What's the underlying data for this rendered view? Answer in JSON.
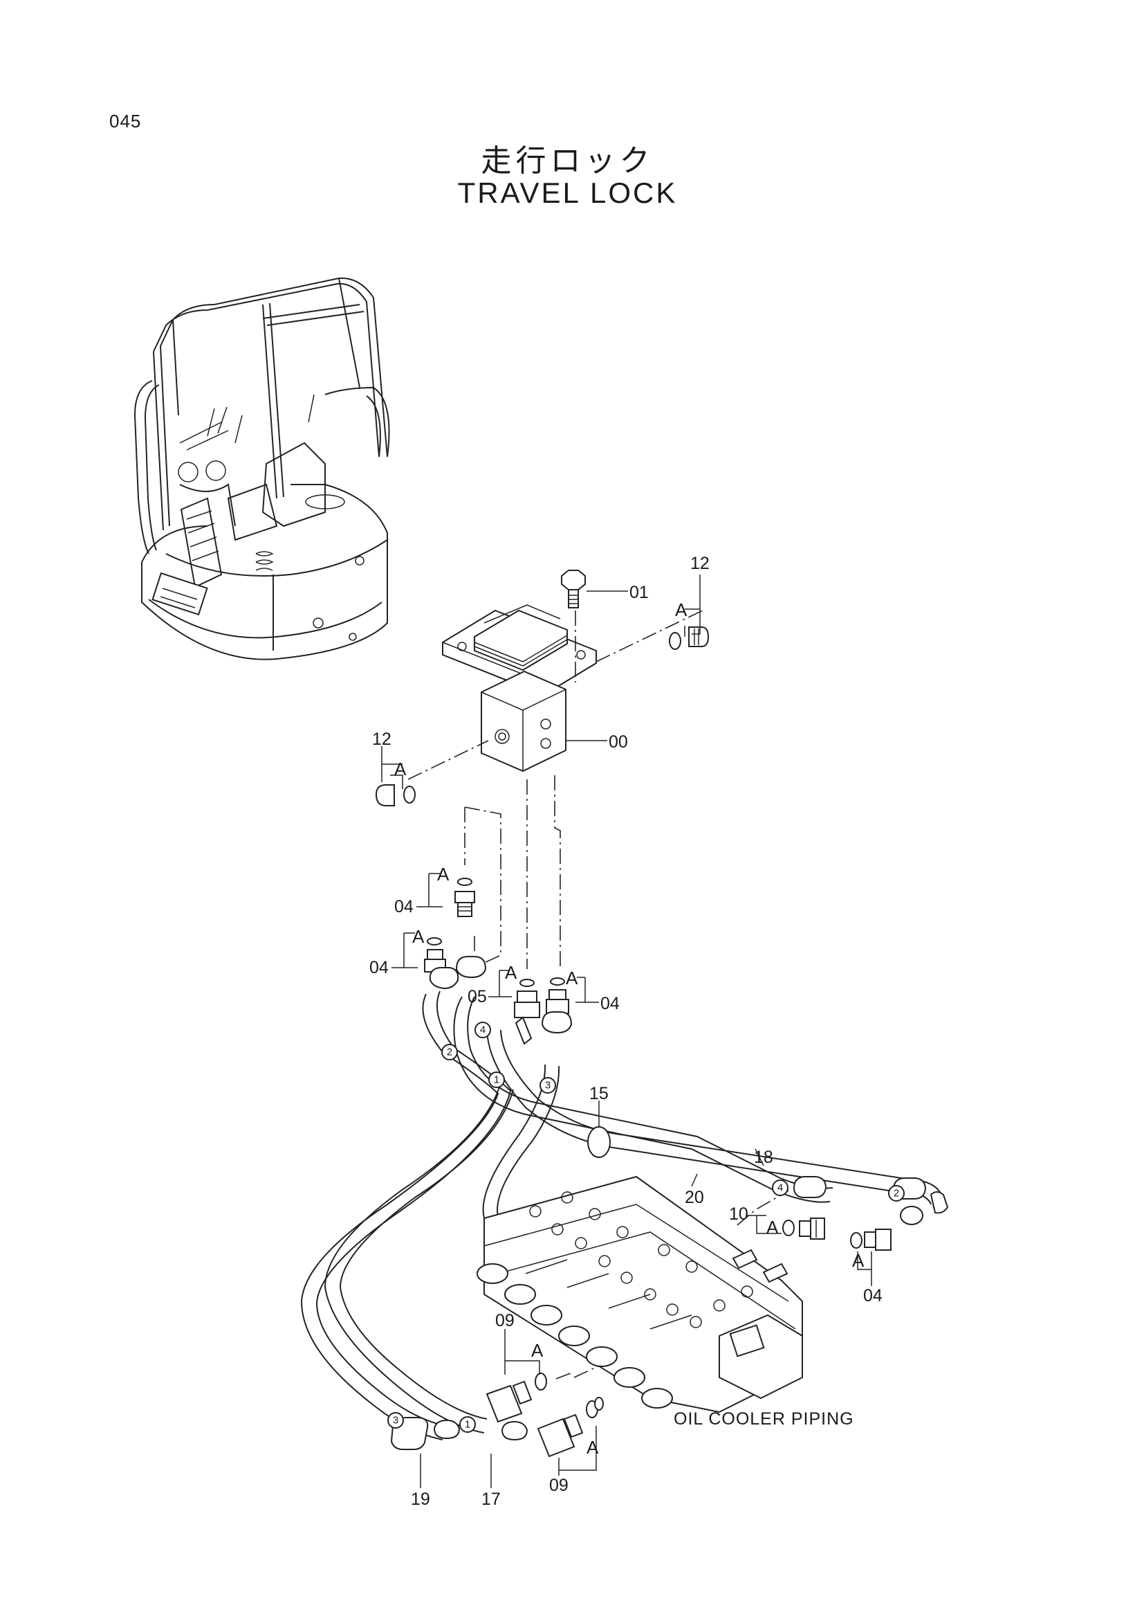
{
  "header": {
    "page_number": "045",
    "title_jp": "走行ロック",
    "title_en": "TRAVEL LOCK"
  },
  "callouts": {
    "c00": "00",
    "c01": "01",
    "c04a": "04",
    "c04b": "04",
    "c04c": "04",
    "c04d": "04",
    "c05": "05",
    "c09a": "09",
    "c09b": "09",
    "c10": "10",
    "c12a": "12",
    "c12b": "12",
    "c15": "15",
    "c17": "17",
    "c18": "18",
    "c19": "19",
    "c20": "20"
  },
  "set_marker": "A",
  "hose_end_numbers": [
    "1",
    "2",
    "3",
    "4"
  ],
  "note_label": "OIL COOLER PIPING",
  "icons": {
    "excavator": "excavator-overview-icon",
    "valve": "travel-lock-valve-icon",
    "control_valve": "control-valve-icon"
  }
}
